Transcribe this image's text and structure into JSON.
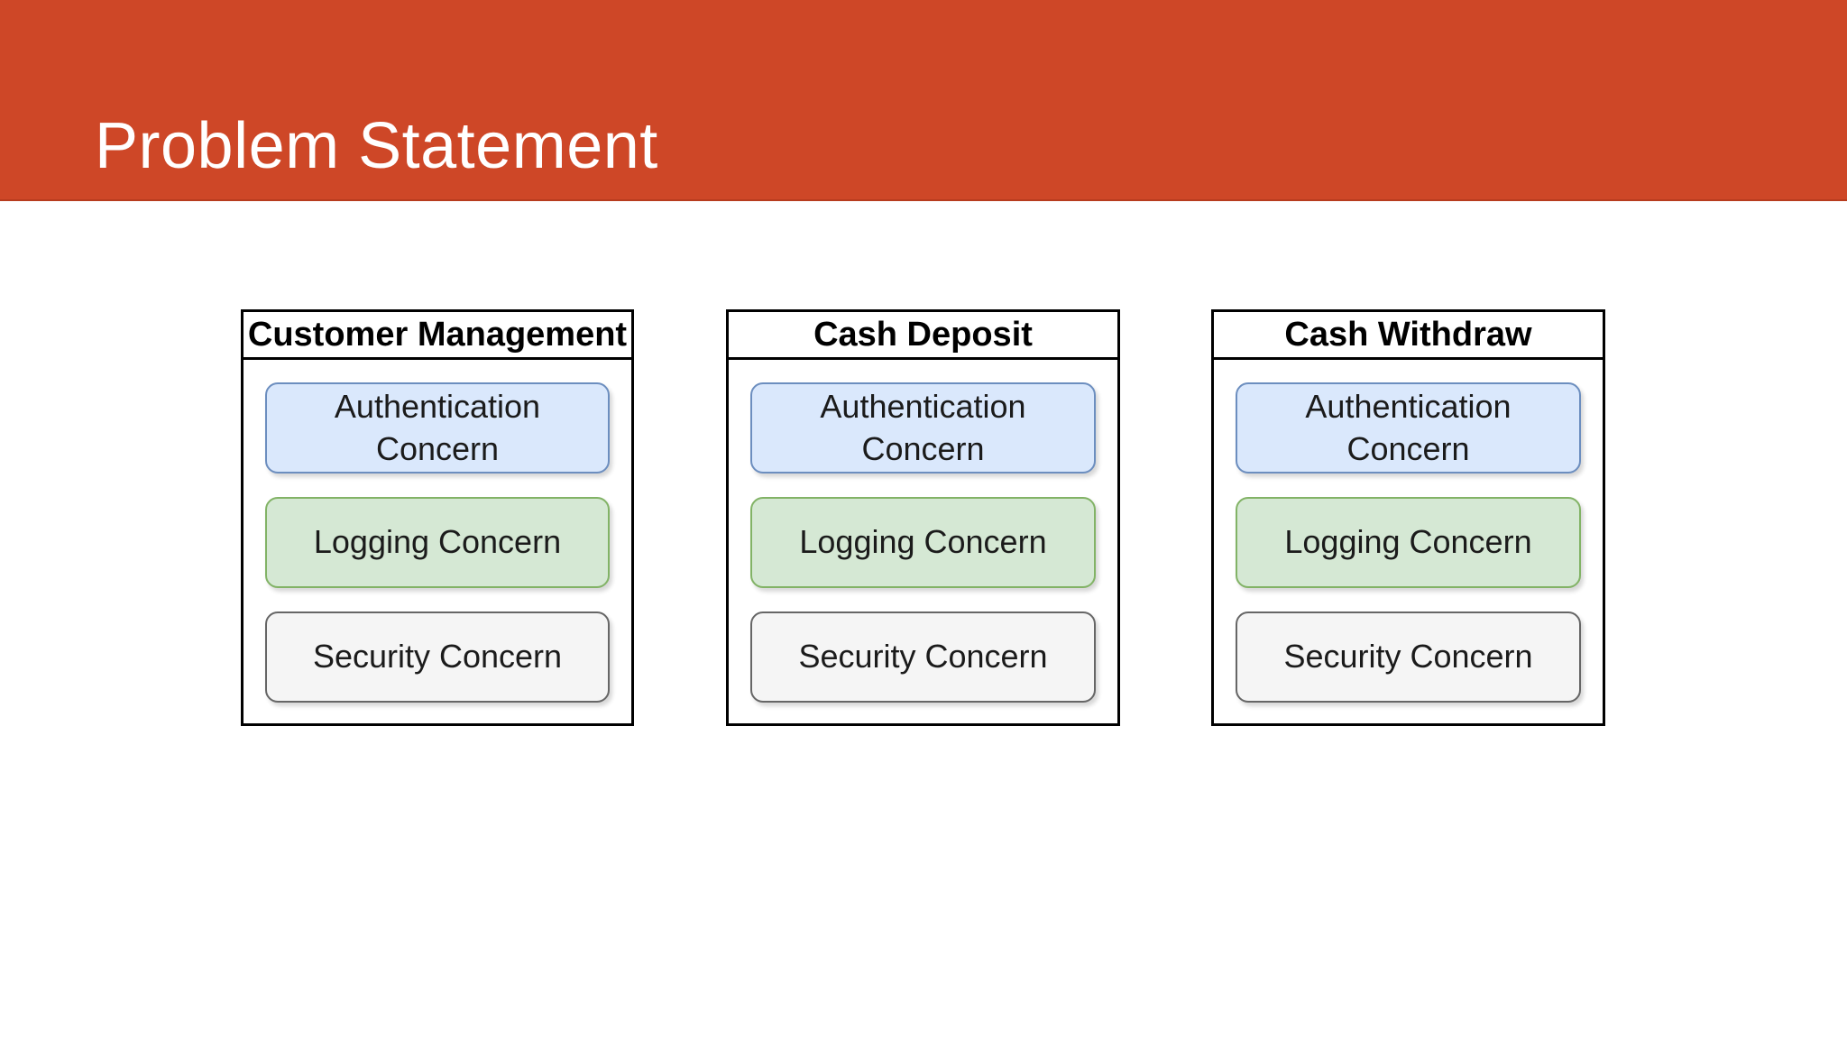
{
  "slide": {
    "title": "Problem Statement",
    "background": "#FFFFFF",
    "header": {
      "color": "#CE4727",
      "text_color": "#FFFFFF"
    }
  },
  "diagram": {
    "modules": [
      {
        "title": "Customer Management"
      },
      {
        "title": "Cash Deposit"
      },
      {
        "title": "Cash Withdraw"
      }
    ],
    "concerns": [
      {
        "id": "authentication",
        "label": "Authentication Concern",
        "fill": "#DAE8FC",
        "border": "#6C8EBF",
        "text_color": "#1b1b1b"
      },
      {
        "id": "logging",
        "label": "Logging Concern",
        "fill": "#D5E8D4",
        "border": "#82B366",
        "text_color": "#1b1b1b"
      },
      {
        "id": "security",
        "label": "Security Concern",
        "fill": "#F5F5F5",
        "border": "#666666",
        "text_color": "#333333"
      }
    ],
    "outer_border_color": "#000000"
  }
}
